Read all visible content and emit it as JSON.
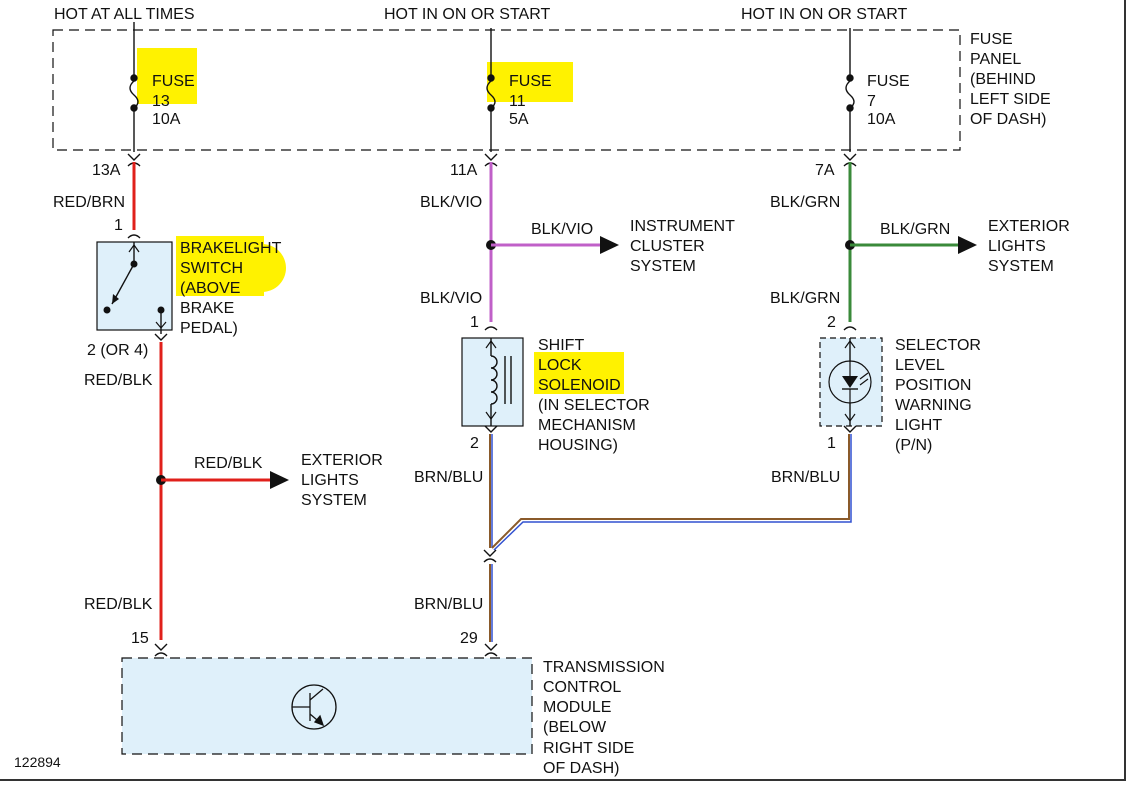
{
  "colors": {
    "red": "#e0201b",
    "violet": "#c060c8",
    "green": "#3a8a3a",
    "brown": "#8a5a2a",
    "blue": "#3050d0",
    "black": "#111111",
    "highlight": "#fff200",
    "component_fill": "#dff0fa"
  },
  "supply": {
    "left": "HOT AT ALL TIMES",
    "middle": "HOT IN ON OR START",
    "right": "HOT IN ON OR START"
  },
  "fuse_panel": {
    "lines": [
      "FUSE",
      "PANEL",
      "(BEHIND",
      "LEFT SIDE",
      "OF DASH)"
    ],
    "fuses": [
      {
        "lines": [
          "FUSE",
          "13",
          "10A"
        ],
        "output": "13A"
      },
      {
        "lines": [
          "FUSE",
          "11",
          "5A"
        ],
        "output": "11A"
      },
      {
        "lines": [
          "FUSE",
          "7",
          "10A"
        ],
        "output": "7A"
      }
    ]
  },
  "wires": {
    "red_brn": "RED/BRN",
    "red_blk_upper": "RED/BLK",
    "red_blk_branch": "RED/BLK",
    "red_blk_lower": "RED/BLK",
    "blk_vio_upper": "BLK/VIO",
    "blk_vio_branch": "BLK/VIO",
    "blk_vio_lower": "BLK/VIO",
    "blk_grn_upper": "BLK/GRN",
    "blk_grn_branch": "BLK/GRN",
    "blk_grn_lower": "BLK/GRN",
    "brn_blu_mid": "BRN/BLU",
    "brn_blu_right": "BRN/BLU",
    "brn_blu_lower": "BRN/BLU"
  },
  "pins": {
    "brake_in": "1",
    "brake_out": "2 (OR 4)",
    "solenoid_in": "1",
    "solenoid_out": "2",
    "lamp_in": "2",
    "lamp_out": "1",
    "tcm_left": "15",
    "tcm_right": "29"
  },
  "components": {
    "brakelight_switch": [
      "BRAKELIGHT",
      "SWITCH",
      "(ABOVE",
      "BRAKE",
      "PEDAL)"
    ],
    "shift_lock": [
      "SHIFT",
      "LOCK",
      "SOLENOID",
      "(IN SELECTOR",
      "MECHANISM",
      "HOUSING)"
    ],
    "selector_lamp": [
      "SELECTOR",
      "LEVEL",
      "POSITION",
      "WARNING",
      "LIGHT",
      "(P/N)"
    ],
    "tcm": [
      "TRANSMISSION",
      "CONTROL",
      "MODULE",
      "(BELOW",
      "RIGHT SIDE",
      "OF DASH)"
    ]
  },
  "destinations": {
    "instrument_cluster": [
      "INSTRUMENT",
      "CLUSTER",
      "SYSTEM"
    ],
    "exterior_top": [
      "EXTERIOR",
      "LIGHTS",
      "SYSTEM"
    ],
    "exterior_left": [
      "EXTERIOR",
      "LIGHTS",
      "SYSTEM"
    ]
  },
  "diagram_id": "122894"
}
